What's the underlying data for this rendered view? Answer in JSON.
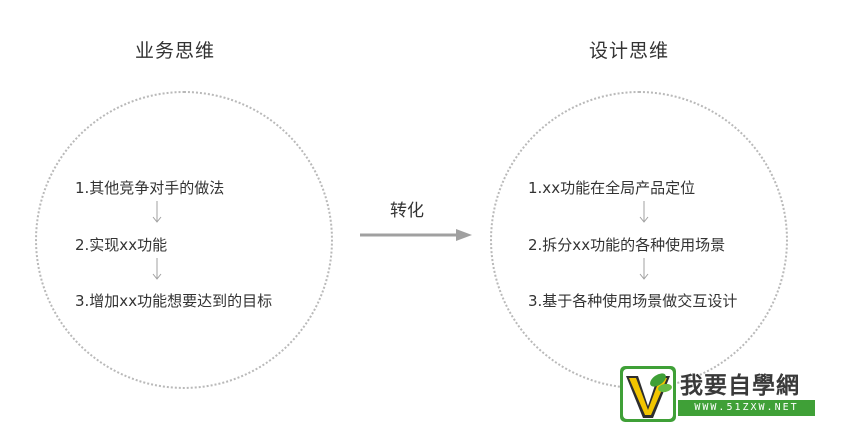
{
  "left": {
    "title": "业务思维",
    "steps": [
      "1.其他竞争对手的做法",
      "2.实现xx功能",
      "3.增加xx功能想要达到的目标"
    ]
  },
  "right": {
    "title": "设计思维",
    "steps": [
      "1.xx功能在全局产品定位",
      "2.拆分xx功能的各种使用场景",
      "3.基于各种使用场景做交互设计"
    ]
  },
  "transform": {
    "label": "转化"
  },
  "watermark": {
    "name": "我要自學網",
    "url": "WWW.51ZXW.NET",
    "icon": "v-leaf-logo-icon"
  },
  "colors": {
    "text": "#333333",
    "circle_border": "#b9b9b9",
    "arrow": "#a0a0a0",
    "watermark_green": "#3fa037",
    "watermark_yellow": "#f2c500"
  }
}
